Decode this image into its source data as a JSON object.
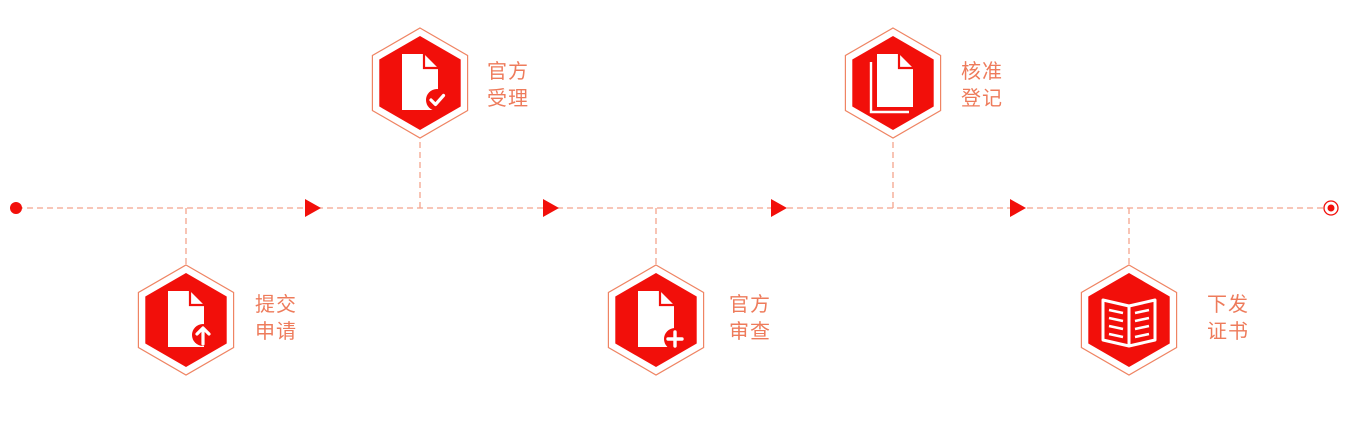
{
  "colors": {
    "primary": "#f20f0a",
    "outline": "#ef8463",
    "line": "#f3a48d",
    "text": "#ee7b5b"
  },
  "steps": [
    {
      "line1": "提交",
      "line2": "申请",
      "icon": "file-upload-icon",
      "position": "below"
    },
    {
      "line1": "官方",
      "line2": "受理",
      "icon": "file-check-icon",
      "position": "above"
    },
    {
      "line1": "官方",
      "line2": "审查",
      "icon": "file-plus-icon",
      "position": "below"
    },
    {
      "line1": "核准",
      "line2": "登记",
      "icon": "documents-stack-icon",
      "position": "above"
    },
    {
      "line1": "下发",
      "line2": "证书",
      "icon": "open-book-icon",
      "position": "below"
    }
  ]
}
